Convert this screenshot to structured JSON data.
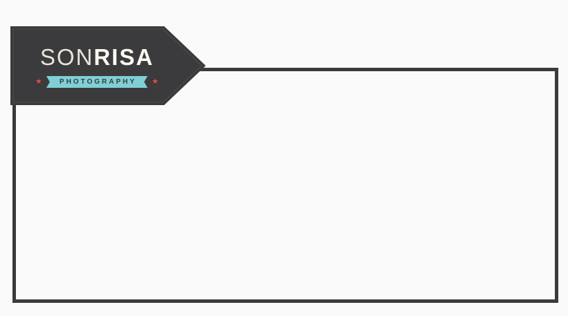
{
  "logo": {
    "brand_first": "SON",
    "brand_second": "RISA",
    "tagline": "PHOTOGRAPHY",
    "star_glyph": "★"
  },
  "colors": {
    "background": "#fafafa",
    "charcoal": "#3b3a3c",
    "ribbon_teal": "#7fd0d6",
    "star_red": "#dc4f41",
    "brand_cream": "#fbf8f1"
  },
  "frame": {
    "description": "empty rectangular border frame attached to logo badge point"
  }
}
